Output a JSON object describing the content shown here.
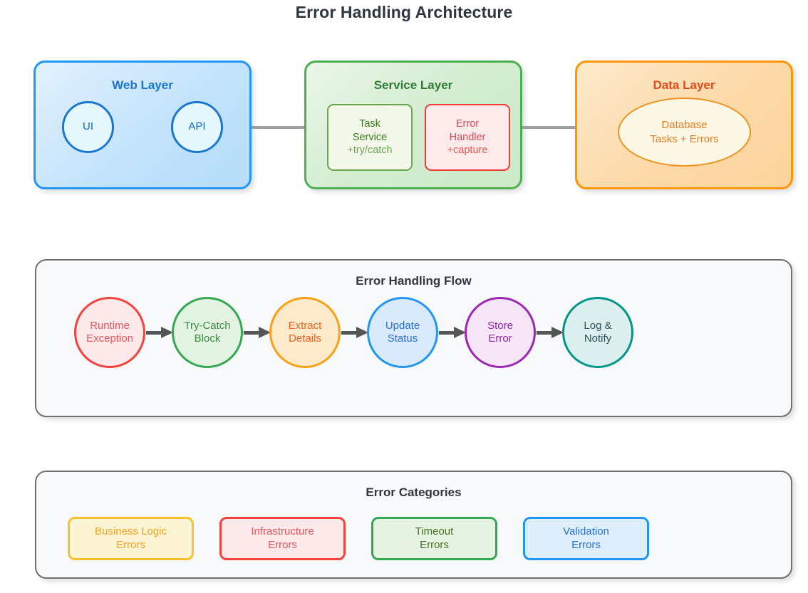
{
  "title": "Error Handling Architecture",
  "layers": [
    {
      "id": "web",
      "title": "Web Layer",
      "border_color": "#2196f3",
      "title_color": "#1976d2",
      "nodes": [
        {
          "label": "UI",
          "shape": "circle"
        },
        {
          "label": "API",
          "shape": "circle"
        }
      ]
    },
    {
      "id": "service",
      "title": "Service Layer",
      "border_color": "#4caf50",
      "title_color": "#2e7d32",
      "nodes": [
        {
          "label_line1": "Task",
          "label_line2": "Service",
          "label_line3": "+try/catch",
          "shape": "rounded-rect",
          "border_color": "#6aa84f",
          "text_color": "#38761d"
        },
        {
          "label_line1": "Error",
          "label_line2": "Handler",
          "label_line3": "+capture",
          "shape": "rounded-rect",
          "border_color": "#f23b36",
          "text_color": "#d9485a"
        }
      ]
    },
    {
      "id": "data",
      "title": "Data Layer",
      "border_color": "#ff9800",
      "title_color": "#e64a19",
      "nodes": [
        {
          "label_line1": "Database",
          "label_line2": "Tasks + Errors",
          "shape": "ellipse",
          "border_color": "#f0921e",
          "text_color": "#f07b1f"
        }
      ]
    }
  ],
  "connectors": [
    {
      "from": "web",
      "to": "service",
      "color": "#9e9e9e"
    },
    {
      "from": "service",
      "to": "data",
      "color": "#9e9e9e"
    }
  ],
  "flow": {
    "title": "Error Handling Flow",
    "arrow_color": "#555555",
    "steps": [
      {
        "line1": "Runtime",
        "line2": "Exception",
        "border_color": "#f4433c",
        "fill_color": "#fde9ea",
        "text_color": "#e8545a"
      },
      {
        "line1": "Try-Catch",
        "line2": "Block",
        "border_color": "#34a853",
        "fill_color": "#e3f3e1",
        "text_color": "#3d8a40"
      },
      {
        "line1": "Extract",
        "line2": "Details",
        "border_color": "#fba012",
        "fill_color": "#fdeacb",
        "text_color": "#f4601f"
      },
      {
        "line1": "Update",
        "line2": "Status",
        "border_color": "#2196f3",
        "fill_color": "#d9ebfb",
        "text_color": "#2b6fd4"
      },
      {
        "line1": "Store",
        "line2": "Error",
        "border_color": "#9c27b0",
        "fill_color": "#f6e4f7",
        "text_color": "#8e24aa"
      },
      {
        "line1": "Log &",
        "line2": "Notify",
        "border_color": "#009688",
        "fill_color": "#dbf0ee",
        "text_color": "#2f4f5a"
      }
    ]
  },
  "categories": {
    "title": "Error Categories",
    "items": [
      {
        "line1": "Business Logic",
        "line2": "Errors",
        "border_color": "#fbc02d",
        "fill_color": "#fdf4d4",
        "text_color": "#f5a21f"
      },
      {
        "line1": "Infrastructure",
        "line2": "Errors",
        "border_color": "#f4433c",
        "fill_color": "#fde9ea",
        "text_color": "#e8545a"
      },
      {
        "line1": "Timeout",
        "line2": "Errors",
        "border_color": "#34a853",
        "fill_color": "#e6f3e3",
        "text_color": "#45731f"
      },
      {
        "line1": "Validation",
        "line2": "Errors",
        "border_color": "#2196f3",
        "fill_color": "#ddeefc",
        "text_color": "#2b6fd4"
      }
    ]
  }
}
